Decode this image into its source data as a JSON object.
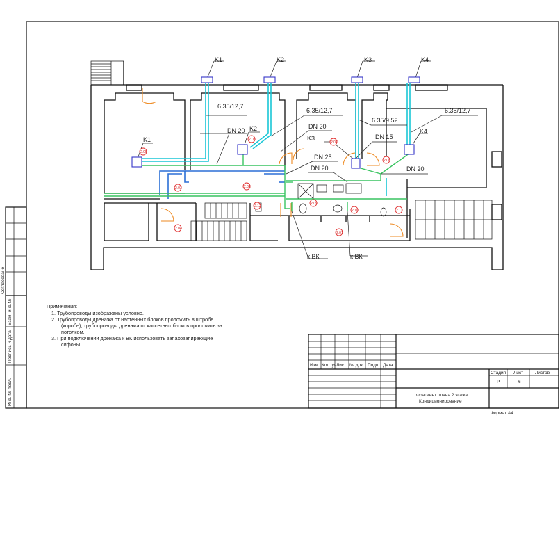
{
  "units": {
    "K1": "K1",
    "K2": "K2",
    "K3": "K3",
    "K4": "K4"
  },
  "pipe_labels": {
    "p1": "6.35/12,7",
    "p2": "6.35/12,7",
    "p3": "6.35/9,52",
    "p4": "6.35/12,7"
  },
  "drain_labels": {
    "d1": "DN 20",
    "d2": "DN 20",
    "d3": "DN 15",
    "d4": "DN 25",
    "d5": "DN 20",
    "d6": "DN 20"
  },
  "vk_labels": {
    "vk1": "к ВК",
    "vk2": "к ВК"
  },
  "room_tags": [
    "2.01",
    "2.02",
    "2.03",
    "2.04",
    "2.05",
    "2.06",
    "2.07",
    "2.08",
    "2.09",
    "2.10",
    "2.11",
    "2.12"
  ],
  "notes": {
    "title": "Примечания:",
    "items": [
      "1.  Трубопроводы изображены условно.",
      "2.  Трубопроводы дренажа от настенных блоков проложить в штробе",
      "(коробе), трубопроводы дренажа от кассетных блоков проложить за",
      "потолком.",
      "3.  При подключении дренажа к ВК использовать запахозапирающие",
      "сифоны"
    ]
  },
  "side_stamp": {
    "agreed": "Согласовано",
    "inv_swap": "Взам. инв.№",
    "sign_date": "Подпись и дата",
    "inv_orig": "Инв. № подл."
  },
  "title_block": {
    "headers": [
      "Изм.",
      "Кол. уч",
      "Лист",
      "№ док.",
      "Подп.",
      "Дата"
    ],
    "stage_header": "Стадия",
    "sheet_header": "Лист",
    "sheets_header": "Листов",
    "stage": "Р",
    "sheet": "6",
    "title_line1": "Фрагмент плана 2 этажа.",
    "title_line2": "Кондиционирование",
    "format": "Формат А4"
  }
}
